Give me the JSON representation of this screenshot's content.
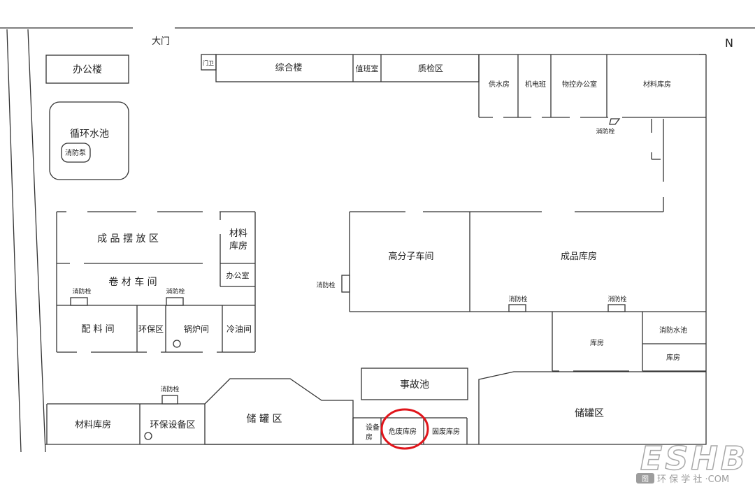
{
  "plan": {
    "main_gate": "大门",
    "north_mark": "N",
    "gate_guard": "门卫",
    "office_building": "办公楼",
    "circulating_pool": "循环水池",
    "fire_pump": "消防泵",
    "complex_building": "综合楼",
    "duty_room": "值班室",
    "qc_area": "质检区",
    "water_supply_room": "供水房",
    "electromech_team": "机电班",
    "logistics_office": "物控办公室",
    "material_store_ne": "材料库房",
    "hydrant": "消防栓",
    "finished_display_area": "成 品 摆 放 区",
    "material_store_w1": "材料",
    "material_store_w2": "库房",
    "coil_workshop": "卷 材 车 间",
    "small_office": "办公室",
    "batching_room": "配 料 间",
    "env_area": "环保区",
    "boiler_room": "锅炉间",
    "cold_oil_room": "冷油间",
    "polymer_workshop": "高分子车间",
    "finished_store": "成品库房",
    "fire_pool": "消防水池",
    "store_a": "库房",
    "store_b": "库房",
    "accident_pool": "事故池",
    "equip_room_1": "设备",
    "equip_room_2": "房",
    "hazardous_waste_store": "危废库房",
    "solid_waste_store": "固废库房",
    "tank_area_mid": "储 罐 区",
    "tank_area_east": "储罐区",
    "material_store_sw": "材料库房",
    "env_equip_area": "环保设备区",
    "highlight_color": "#e0151b"
  },
  "watermark": {
    "logo_text": "ESHB",
    "sub_text": "环 保 学 社 ·COM",
    "mark": "图"
  }
}
